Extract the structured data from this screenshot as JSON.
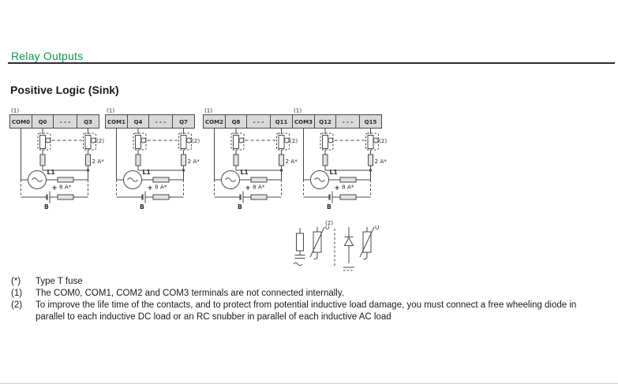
{
  "page": {
    "section_title": "Relay Outputs",
    "subtitle": "Positive Logic (Sink)"
  },
  "colors": {
    "heading_green": "#0c9a4a",
    "rule_dark": "#2e2e2e",
    "terminal_fill": "#d9d9d9",
    "line_stroke": "#4a4a4a"
  },
  "labels": {
    "note_internal": "(1)",
    "note_protection": "(2)",
    "load_fuse_rating": "2 A*",
    "line_label": "L1",
    "line_fuse_rating": "8 A*",
    "battery_plus": "+",
    "battery_label": "B"
  },
  "diagrams": [
    {
      "com": "COM0",
      "q_first": "Q0",
      "dots": "- - -",
      "q_last": "Q3"
    },
    {
      "com": "COM1",
      "q_first": "Q4",
      "dots": "- - -",
      "q_last": "Q7"
    },
    {
      "com": "COM2",
      "q_first": "Q8",
      "dots": "- - -",
      "q_last": "Q11"
    },
    {
      "com": "COM3",
      "q_first": "Q12",
      "dots": "- - -",
      "q_last": "Q15"
    }
  ],
  "protection_detail": {
    "note": "(2)",
    "ac_varistor_label": "U",
    "dc_varistor_label": "U"
  },
  "footnotes": [
    {
      "marker": "(*)",
      "text": "Type T fuse"
    },
    {
      "marker": "(1)",
      "text": "The COM0, COM1, COM2 and COM3 terminals are not connected internally."
    },
    {
      "marker": "(2)",
      "text": "To improve the life time of the contacts, and to protect from potential inductive load damage, you must connect a free wheeling diode in parallel to each inductive DC load or an RC snubber in parallel of each inductive AC load"
    }
  ]
}
